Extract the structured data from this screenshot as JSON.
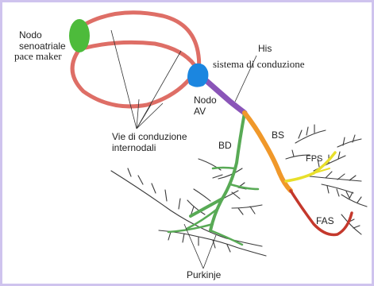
{
  "labels": {
    "sa_node": "Nodo",
    "sa_node_line2": "senoatriale",
    "pacemaker": "pace maker",
    "his": "His",
    "conduction_system": "sistema di conduzione",
    "av_node": "Nodo",
    "av_node_line2": "AV",
    "internodal": "Vie di conduzione",
    "internodal_line2": "internodali",
    "bd": "BD",
    "bs": "BS",
    "fps": "FPS",
    "fas": "FAS",
    "purkinje": "Purkinje"
  },
  "colors": {
    "internodal_pathways": "#de6e66",
    "sa_node": "#4dbb3b",
    "av_node": "#1b86e0",
    "his_bundle": "#8a55b8",
    "left_bundle": "#f0982a",
    "right_bundle": "#58aa55",
    "anterior_fascicle": "#c4382c",
    "posterior_fascicle": "#e8df2a",
    "purkinje_fibers": "#333333"
  }
}
